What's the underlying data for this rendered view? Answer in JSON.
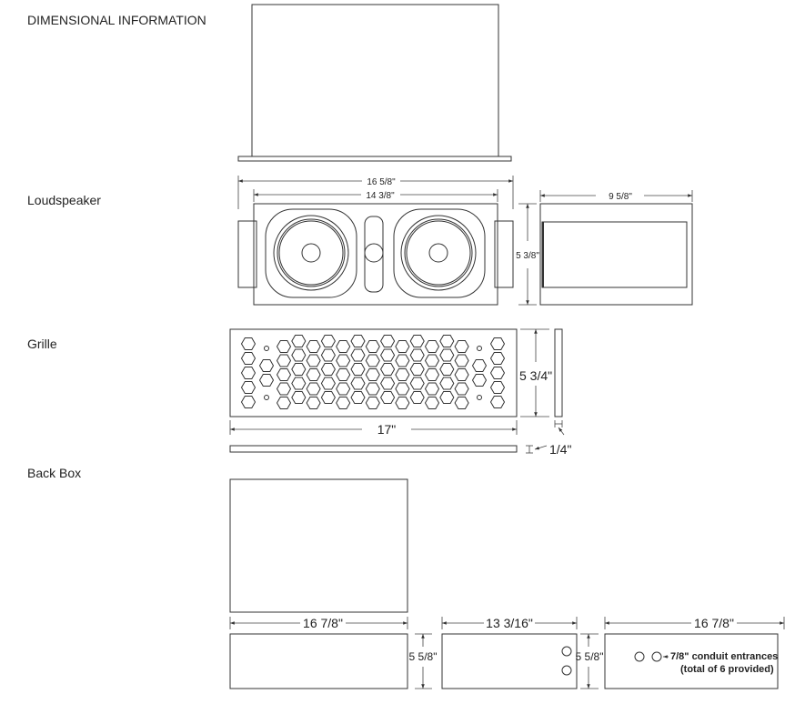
{
  "heading": "DIMENSIONAL INFORMATION",
  "sections": {
    "loudspeaker": {
      "label": "Loudspeaker",
      "overall_width": "16 5/8\"",
      "baffle_width": "14 3/8\"",
      "depth": "9 5/8\"",
      "height": "5 3/8\""
    },
    "grille": {
      "label": "Grille",
      "width": "17\"",
      "height": "5 3/4\"",
      "thickness": "1/4\""
    },
    "back_box": {
      "label": "Back Box",
      "front_width": "16 7/8\"",
      "height_1": "5 5/8\"",
      "side_width": "13 3/16\"",
      "height_2": "5 5/8\"",
      "rear_width": "16 7/8\"",
      "conduit_note": "7/8\" conduit entrances",
      "conduit_count": "(total of 6 provided)"
    }
  }
}
